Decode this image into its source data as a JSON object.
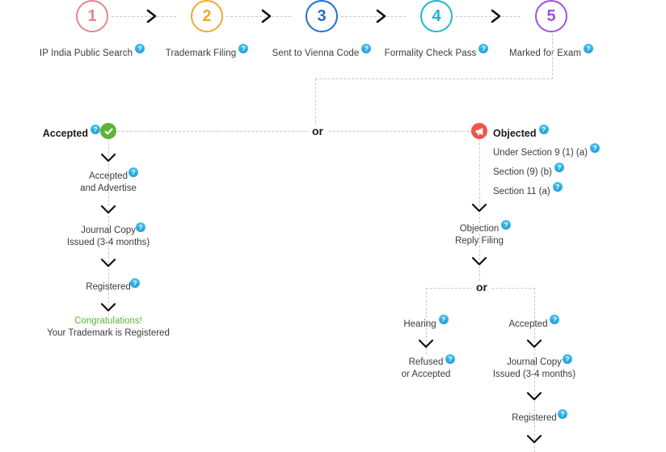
{
  "theme": {
    "dash_color": "#c9c9c9",
    "help_badge_color": "#29abe2",
    "text_color": "#3b3b3b",
    "accepted_green": "#5fb336",
    "objected_red": "#f0544c",
    "congrats_green": "#5fb336"
  },
  "help_glyph": "?",
  "steps": [
    {
      "number": "1",
      "label": "IP India Public Search",
      "color": "#e2878f"
    },
    {
      "number": "2",
      "label": "Trademark Filing",
      "color": "#f0a92e"
    },
    {
      "number": "3",
      "label": "Sent to Vienna Code",
      "color": "#1f6fd0"
    },
    {
      "number": "4",
      "label": "Formality Check Pass",
      "color": "#19b8cf"
    },
    {
      "number": "5",
      "label": "Marked for Exam",
      "color": "#a24fe0"
    }
  ],
  "branch": {
    "or_label_top": "or",
    "or_label_bottom": "or",
    "accepted": {
      "title": "Accepted",
      "icon": "check-circle-icon",
      "nodes": [
        {
          "lines": [
            "Accepted",
            "and Advertise"
          ]
        },
        {
          "lines": [
            "Journal Copy",
            "Issued (3-4 months)"
          ]
        },
        {
          "lines": [
            "Registered"
          ]
        }
      ],
      "final": {
        "headline": "Congratulations!",
        "subline": "Your Trademark is Registered"
      }
    },
    "objected": {
      "title": "Objected",
      "icon": "megaphone-circle-icon",
      "sections": [
        "Under Section 9 (1) (a)",
        "Section (9) (b)",
        "Section 11 (a)"
      ],
      "reply": {
        "lines": [
          "Objection",
          "Reply Filing"
        ]
      },
      "sub_branches": [
        {
          "title": "Hearing",
          "nodes": [
            {
              "lines": [
                "Refused",
                "or Accepted"
              ]
            }
          ]
        },
        {
          "title": "Accepted",
          "nodes": [
            {
              "lines": [
                "Journal Copy",
                "Issued (3-4 months)"
              ]
            },
            {
              "lines": [
                "Registered"
              ]
            }
          ]
        }
      ]
    }
  }
}
